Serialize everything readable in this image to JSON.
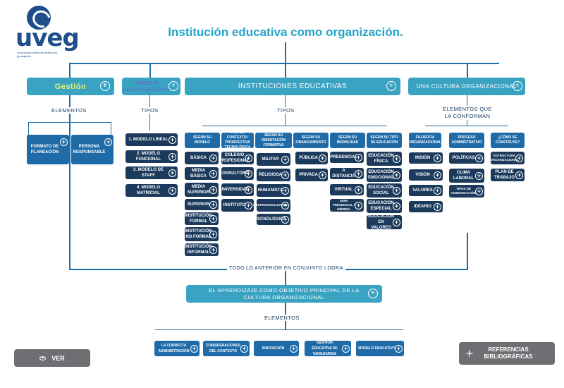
{
  "logo": {
    "name": "uveg",
    "subtitle": "universidad virtual del estado de guanajuato"
  },
  "title": "Institución educativa como organización.",
  "top_bars": {
    "gestion": "Gestión",
    "modelo": "MODELO ORGANIZACIONAL",
    "instituciones": "INSTITUCIONES EDUCATIVAS",
    "cultura": "UNA CULTURA ORGANIZACIONAL"
  },
  "labels": {
    "elementos": "ELEMENTOS",
    "tipos1": "TIPOS",
    "tipos2": "TIPOS",
    "conforman": "ELEMENTOS QUE LA CONFORMAN",
    "conjunto": "TODO LO ANTERIOR EN CONJUNTO LOGRA",
    "elementos2": "ELEMENTOS"
  },
  "gestion_items": [
    "FORMATO DE PLANEACIÓN",
    "PERSONA RESPONSABLE"
  ],
  "modelo_items": [
    "1. MODELO LINEAL",
    "2. MODELO FUNCIONAL",
    "3. MODELO DE STAFF",
    "4. MODELO MATRICIAL"
  ],
  "inst_headers": [
    "SEGÚN SU MODELO",
    "POR SU CONTEXTO / PROSPECTIVA TECNOLÓGICA",
    "SEGÚN SU ORIENTACIÓN FORMATIVA",
    "SEGÚN SU FINANCIAMIENTO",
    "SEGÚN SU MODALIDAD",
    "SEGÚN SU TIPO DE EDUCACIÓN"
  ],
  "col_modelo": [
    "BÁSICA",
    "MEDIA BÁSICA",
    "MEDIA SUPERIOR",
    "SUPERIOR",
    "INSTITUCIÓN FORMAL",
    "INSTITUCIÓN NO FORMAL",
    "INSTITUCIÓN INFORMAL"
  ],
  "col_contexto": [
    "COLEGIO PROFESIONAL",
    "CONSULTORÍA",
    "UNIVERSIDAD",
    "INSTITUTO"
  ],
  "col_orientacion": [
    "MILITAR",
    "RELIGIOSA",
    "HUMANISTA",
    "PROFESIONALIZANTE",
    "TECNOLÓGICA"
  ],
  "col_financiamiento": [
    "PÚBLICA",
    "PRIVADA"
  ],
  "col_modalidad": [
    "PRESENCIAL",
    "A DISTANCIA",
    "VIRTUAL",
    "SEMI PRESENCIAL / HÍBRIDA"
  ],
  "col_tipo": [
    "EDUCACIÓN FÍSICA",
    "EDUCACIÓN EMOCIONAL",
    "EDUCACIÓN SOCIAL",
    "EDUCACIÓN ESPECIAL",
    "EDUCACIÓN EN VALORES"
  ],
  "cultura_headers": [
    "FILOSOFÍA ORGANIZACIONAL",
    "PROCESO ADMINISTRATIVO",
    "¿CÓMO SE CONSTRUYE?"
  ],
  "col_filosofia": [
    "MISIÓN",
    "VISIÓN",
    "VALORES",
    "IDEARIO"
  ],
  "col_proceso": [
    "POLÍTICAS",
    "CLIMA LABORAL",
    "TIPOS DE COMUNICACIÓN"
  ],
  "col_construye": [
    "ESTRUCTURA ORGANIZACIONAL",
    "PLAN DE TRABAJO"
  ],
  "aprendizaje": "EL APRENDIZAJE COMO OBJETIVO PRINCIPAL DE LA CULTURA ORGANIZACIONAL",
  "bottom_items": [
    "LA CORRECTA ADMINISTRACIÓN",
    "CONSIDERACIONES DEL CONTEXTO",
    "INNOVACIÓN",
    "GESTIÓN EDUCATIVA DE VANGUARDIA",
    "MODELO EDUCATIVO"
  ],
  "buttons": {
    "ver": "VER",
    "referencias": "REFERENCIAS BIBLIOGRÁFICAS",
    "plus": "+"
  },
  "colors": {
    "teal": "#3aa3c2",
    "blue": "#1f6ba8",
    "navy": "#1b3a5c",
    "title": "#23a4c8",
    "button": "#6f6f73"
  }
}
